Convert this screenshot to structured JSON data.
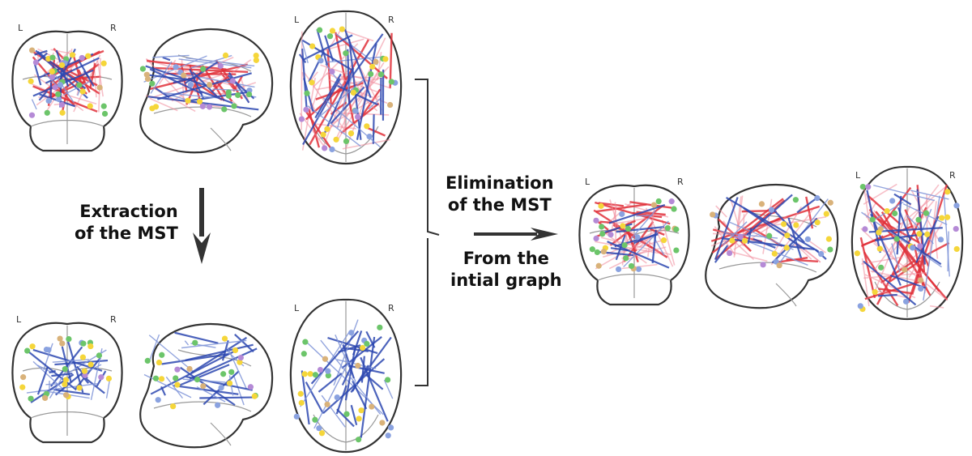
{
  "captions": {
    "extraction_line1": "Extraction",
    "extraction_line2": "of the MST",
    "elimination_line1": "Elimination",
    "elimination_line2": "of the MST",
    "from_line1": "From the",
    "from_line2": "intial graph"
  },
  "hemisphere_labels": {
    "left": "L",
    "right": "R"
  },
  "colors": {
    "red_edge": "#e0303a",
    "pink_edge": "#f08a9a",
    "blue_edge": "#2d48b0",
    "light_blue_edge": "#8095d8",
    "node_green": "#6cc56a",
    "node_yellow": "#f5d63a",
    "node_tan": "#d9b27a",
    "node_purple": "#b58ad6",
    "node_lightblue": "#8aa2e0",
    "outline": "#333333",
    "arrow": "#333333"
  },
  "panels": [
    {
      "id": "original-graph",
      "edge_types": [
        "red",
        "pink",
        "blue"
      ]
    },
    {
      "id": "mst",
      "edge_types": [
        "blue"
      ]
    },
    {
      "id": "graph-without-mst",
      "edge_types": [
        "red",
        "pink",
        "blue"
      ]
    }
  ]
}
